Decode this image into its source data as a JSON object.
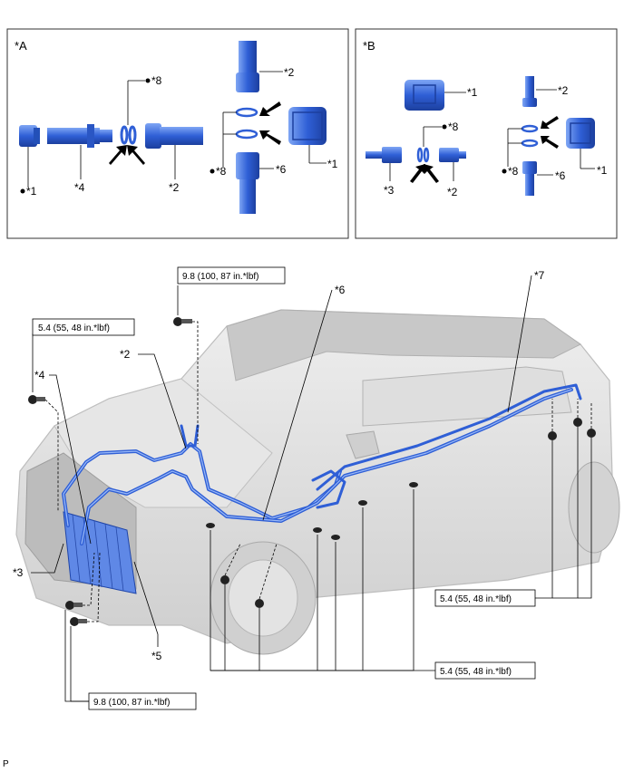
{
  "panels": {
    "a": {
      "title": "*A",
      "labels": [
        "*8",
        "*2",
        "*1",
        "*4",
        "*2",
        "*8",
        "*6",
        "*1"
      ]
    },
    "b": {
      "title": "*B",
      "labels": [
        "*1",
        "*2",
        "*8",
        "*3",
        "*2",
        "*8",
        "*6",
        "*1"
      ]
    }
  },
  "main_labels": {
    "p6": "*6",
    "p7": "*7",
    "p2": "*2",
    "p4": "*4",
    "p3": "*3",
    "p5": "*5"
  },
  "torques": {
    "t_top": "9.8 (100, 87 in.*lbf)",
    "t_left": "5.4 (55, 48 in.*lbf)",
    "t_right": "5.4 (55, 48 in.*lbf)",
    "t_bottom": "5.4 (55, 48 in.*lbf)",
    "t_lower_left": "9.8 (100, 87 in.*lbf)"
  },
  "footer": "P",
  "colors": {
    "pipe": "#2f5fd6",
    "pipe_light": "#6f9af0",
    "car": "#d9d9d9",
    "car_edge": "#b5b5b5"
  }
}
